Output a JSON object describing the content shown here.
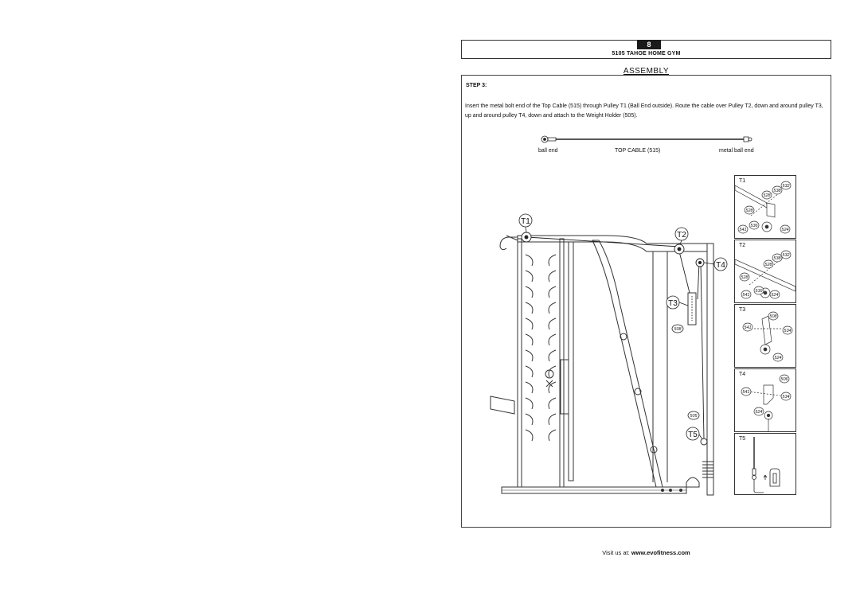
{
  "header": {
    "page_number": "8",
    "document_title": "5105 TAHOE HOME GYM"
  },
  "section": {
    "title": "ASSEMBLY",
    "step_label": "STEP 3:",
    "instructions": "Insert the metal bolt end of the Top Cable (515) through Pulley T1 (Ball End outside). Route the cable over Pulley T2, down and around pulley T3, up and around pulley T4, down and attach to the Weight Holder (505)."
  },
  "cable_diagram": {
    "left_label": "ball end",
    "center_label": "TOP  CABLE  (515)",
    "right_label": "metal ball end"
  },
  "main_callouts": {
    "t1": "T1",
    "t2": "T2",
    "t3": "T3",
    "t4": "T4",
    "t5": "T5",
    "part_508": "508",
    "part_505": "505"
  },
  "detail_panels": [
    {
      "label": "T1",
      "parts": [
        "532",
        "538",
        "528",
        "528",
        "536",
        "541",
        "524"
      ]
    },
    {
      "label": "T2",
      "parts": [
        "532",
        "538",
        "528",
        "528",
        "539",
        "541",
        "524"
      ]
    },
    {
      "label": "T3",
      "parts": [
        "508",
        "541",
        "534",
        "524"
      ]
    },
    {
      "label": "T4",
      "parts": [
        "506",
        "541",
        "534",
        "524"
      ]
    },
    {
      "label": "T5",
      "parts": []
    }
  ],
  "footer": {
    "prefix": "Visit us at:",
    "url": "www.evofitness.com"
  }
}
